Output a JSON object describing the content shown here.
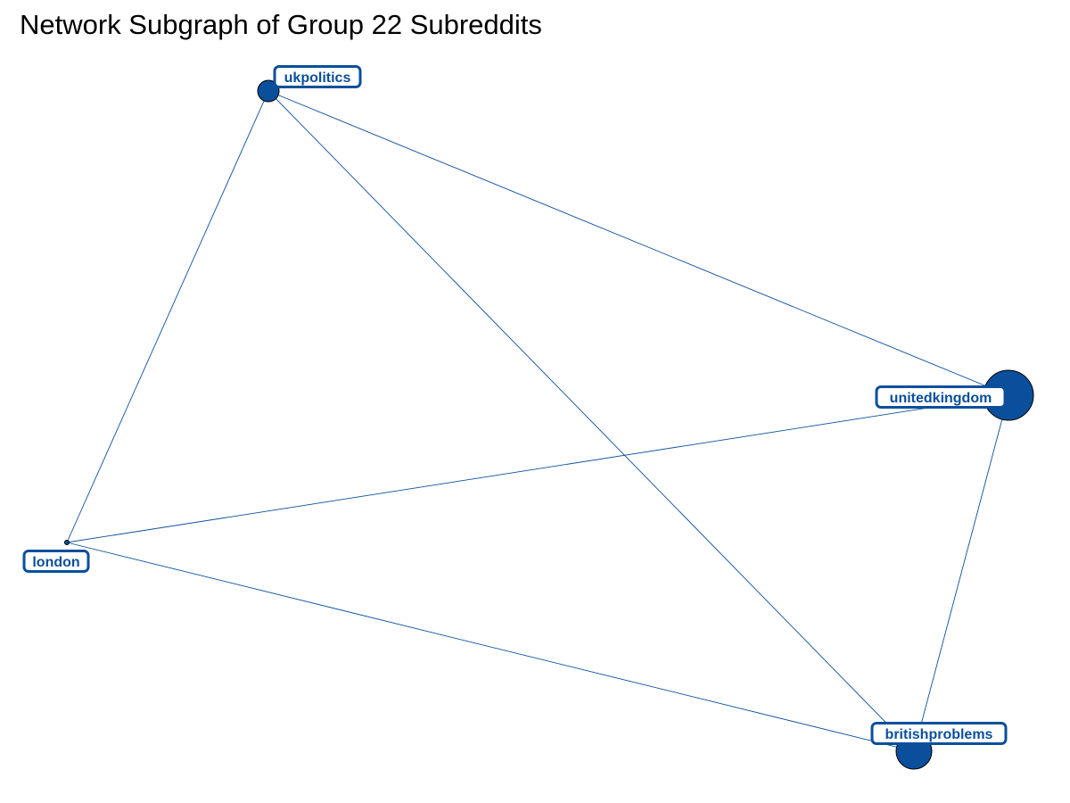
{
  "title": "Network Subgraph of Group 22 Subreddits",
  "colors": {
    "node_fill": "#0a4f9c",
    "node_stroke": "#000000",
    "edge": "#0a4f9c",
    "label_text": "#0a4f9c",
    "label_border": "#0a4f9c",
    "label_bg": "#ffffff"
  },
  "nodes": [
    {
      "id": "ukpolitics",
      "label": "ukpolitics",
      "size": "medium"
    },
    {
      "id": "unitedkingdom",
      "label": "unitedkingdom",
      "size": "large"
    },
    {
      "id": "london",
      "label": "london",
      "size": "tiny"
    },
    {
      "id": "britishproblems",
      "label": "britishproblems",
      "size": "large"
    }
  ],
  "edges": [
    {
      "source": "ukpolitics",
      "target": "unitedkingdom"
    },
    {
      "source": "ukpolitics",
      "target": "london"
    },
    {
      "source": "ukpolitics",
      "target": "britishproblems"
    },
    {
      "source": "unitedkingdom",
      "target": "london"
    },
    {
      "source": "unitedkingdom",
      "target": "britishproblems"
    },
    {
      "source": "london",
      "target": "britishproblems"
    }
  ]
}
